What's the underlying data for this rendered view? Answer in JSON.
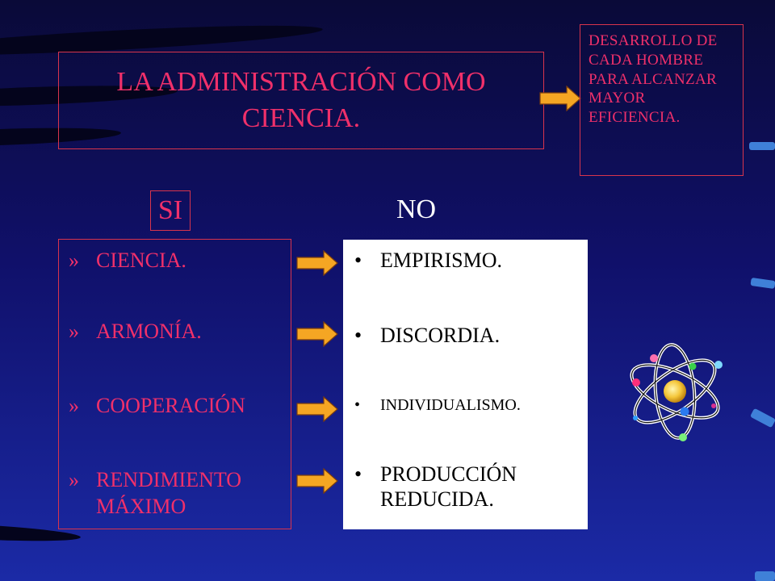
{
  "title": "LA ADMINISTRACIÓN COMO CIENCIA.",
  "side_note": "DESARROLLO DE CADA HOMBRE PARA ALCANZAR MAYOR EFICIENCIA.",
  "labels": {
    "si": "SI",
    "no": "NO"
  },
  "si_items": [
    {
      "marker": "»",
      "text": "CIENCIA."
    },
    {
      "marker": "»",
      "text": "ARMONÍA."
    },
    {
      "marker": "»",
      "text": "COOPERACIÓN"
    },
    {
      "marker": "»",
      "text": "RENDIMIENTO MÁXIMO"
    }
  ],
  "no_items": [
    {
      "marker": "•",
      "text": "EMPIRISMO."
    },
    {
      "marker": "•",
      "text": "DISCORDIA."
    },
    {
      "marker": "•",
      "text": "INDIVIDUALISMO."
    },
    {
      "marker": "•",
      "text": "PRODUCCIÓN REDUCIDA."
    }
  ],
  "icons": {
    "arrow": "right-arrow-icon",
    "atom": "atom-icon"
  },
  "colors": {
    "accent": "#f0306a",
    "arrow": "#f5a623",
    "background": "#10106a"
  }
}
